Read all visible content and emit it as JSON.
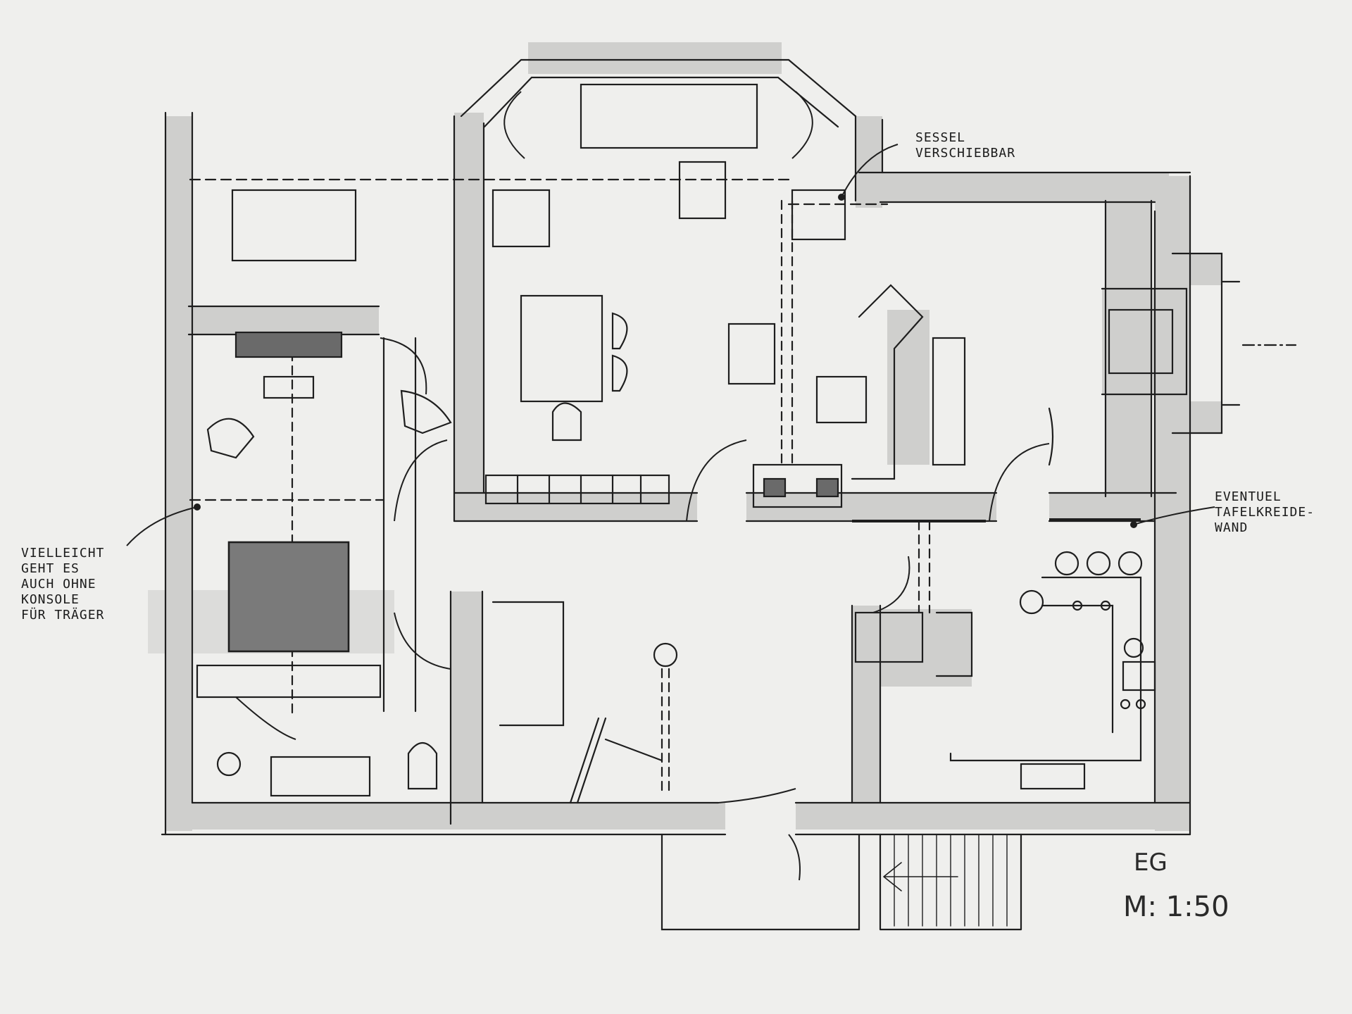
{
  "annotations": {
    "sessel": {
      "line1": "SESSEL",
      "line2": "VERSCHIEBBAR"
    },
    "tafel": {
      "line1": "EVENTUEL",
      "line2": "TAFELKREIDE-",
      "line3": "WAND"
    },
    "konsole": {
      "line1": "VIELLEICHT",
      "line2": "GEHT ES",
      "line3": "AUCH OHNE",
      "line4": "KONSOLE",
      "line5": "FÜR TRÄGER"
    }
  },
  "title_block": {
    "floor": "EG",
    "scale": "M: 1:50"
  },
  "colors": {
    "paper": "#efefed",
    "wall_fill": "#cfcfcd",
    "ink": "#1e1e1e",
    "dark_fill": "#6a6a6a"
  }
}
